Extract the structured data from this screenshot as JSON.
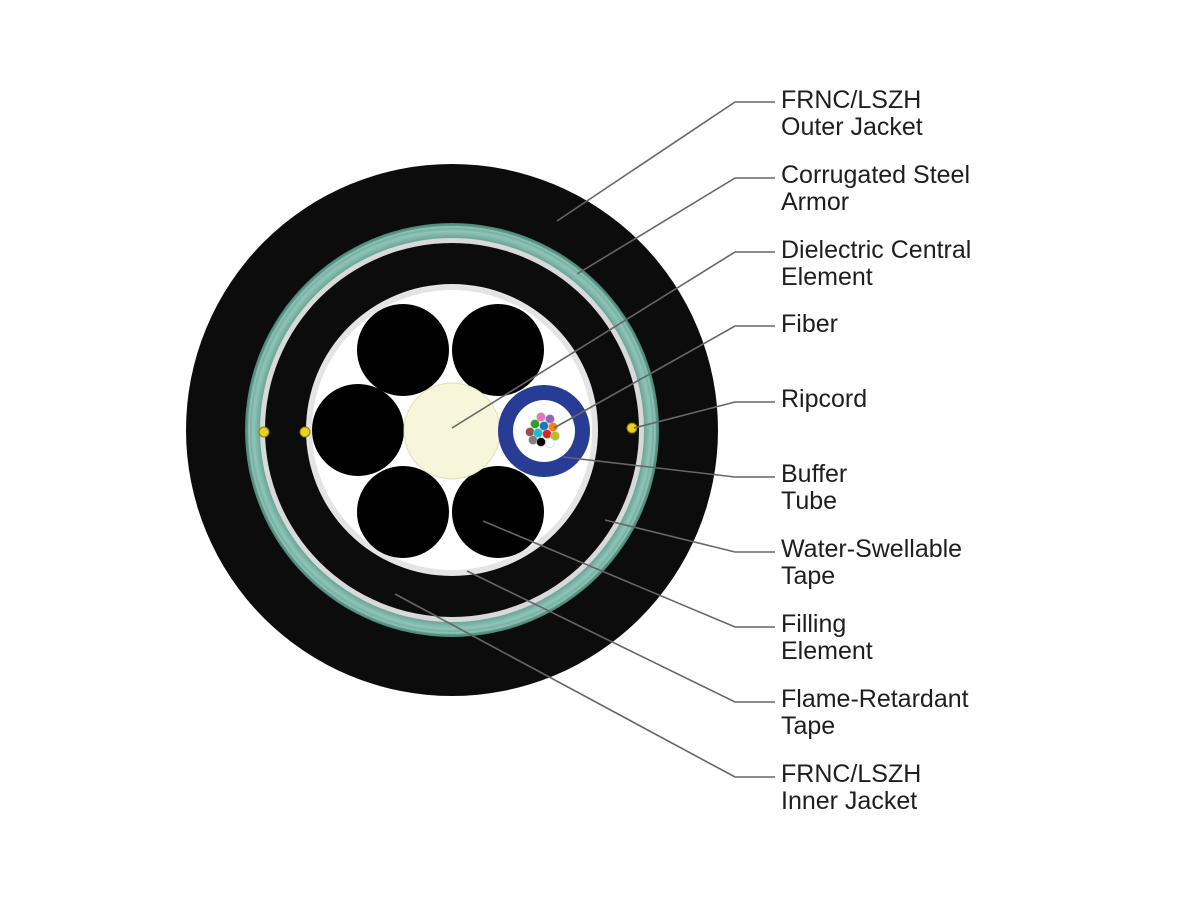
{
  "colors": {
    "jacket": "#0c0c0c",
    "armor": "#5f9e90",
    "armor_highlight": "#9fd0c4",
    "tape": "#d9d9d9",
    "filler": "#000000",
    "central_element": "#f7f6da",
    "buffer_tube": "#283c96",
    "ripcord": "#e8d21a",
    "leader_line": "#666666",
    "text": "#1e1e1e"
  },
  "fiber_colors": [
    "#e377c2",
    "#9467bd",
    "#2ca02c",
    "#1f77b4",
    "#ff7f0e",
    "#8c564b",
    "#17becf",
    "#d62728",
    "#bcbd22",
    "#7f7f7f",
    "#000000",
    "#ffffff"
  ],
  "callouts": [
    {
      "id": "outer-jacket",
      "line1": "FRNC/LSZH",
      "line2": "Outer Jacket"
    },
    {
      "id": "steel-armor",
      "line1": "Corrugated Steel",
      "line2": "Armor"
    },
    {
      "id": "central-element",
      "line1": "Dielectric Central",
      "line2": "Element"
    },
    {
      "id": "fiber",
      "line1": "Fiber",
      "line2": ""
    },
    {
      "id": "ripcord",
      "line1": "Ripcord",
      "line2": ""
    },
    {
      "id": "buffer-tube",
      "line1": "Buffer",
      "line2": "Tube"
    },
    {
      "id": "water-swellable-tape",
      "line1": "Water-Swellable",
      "line2": "Tape"
    },
    {
      "id": "filling-element",
      "line1": "Filling",
      "line2": "Element"
    },
    {
      "id": "flame-retardant-tape",
      "line1": "Flame-Retardant",
      "line2": "Tape"
    },
    {
      "id": "inner-jacket",
      "line1": "FRNC/LSZH",
      "line2": "Inner Jacket"
    }
  ]
}
